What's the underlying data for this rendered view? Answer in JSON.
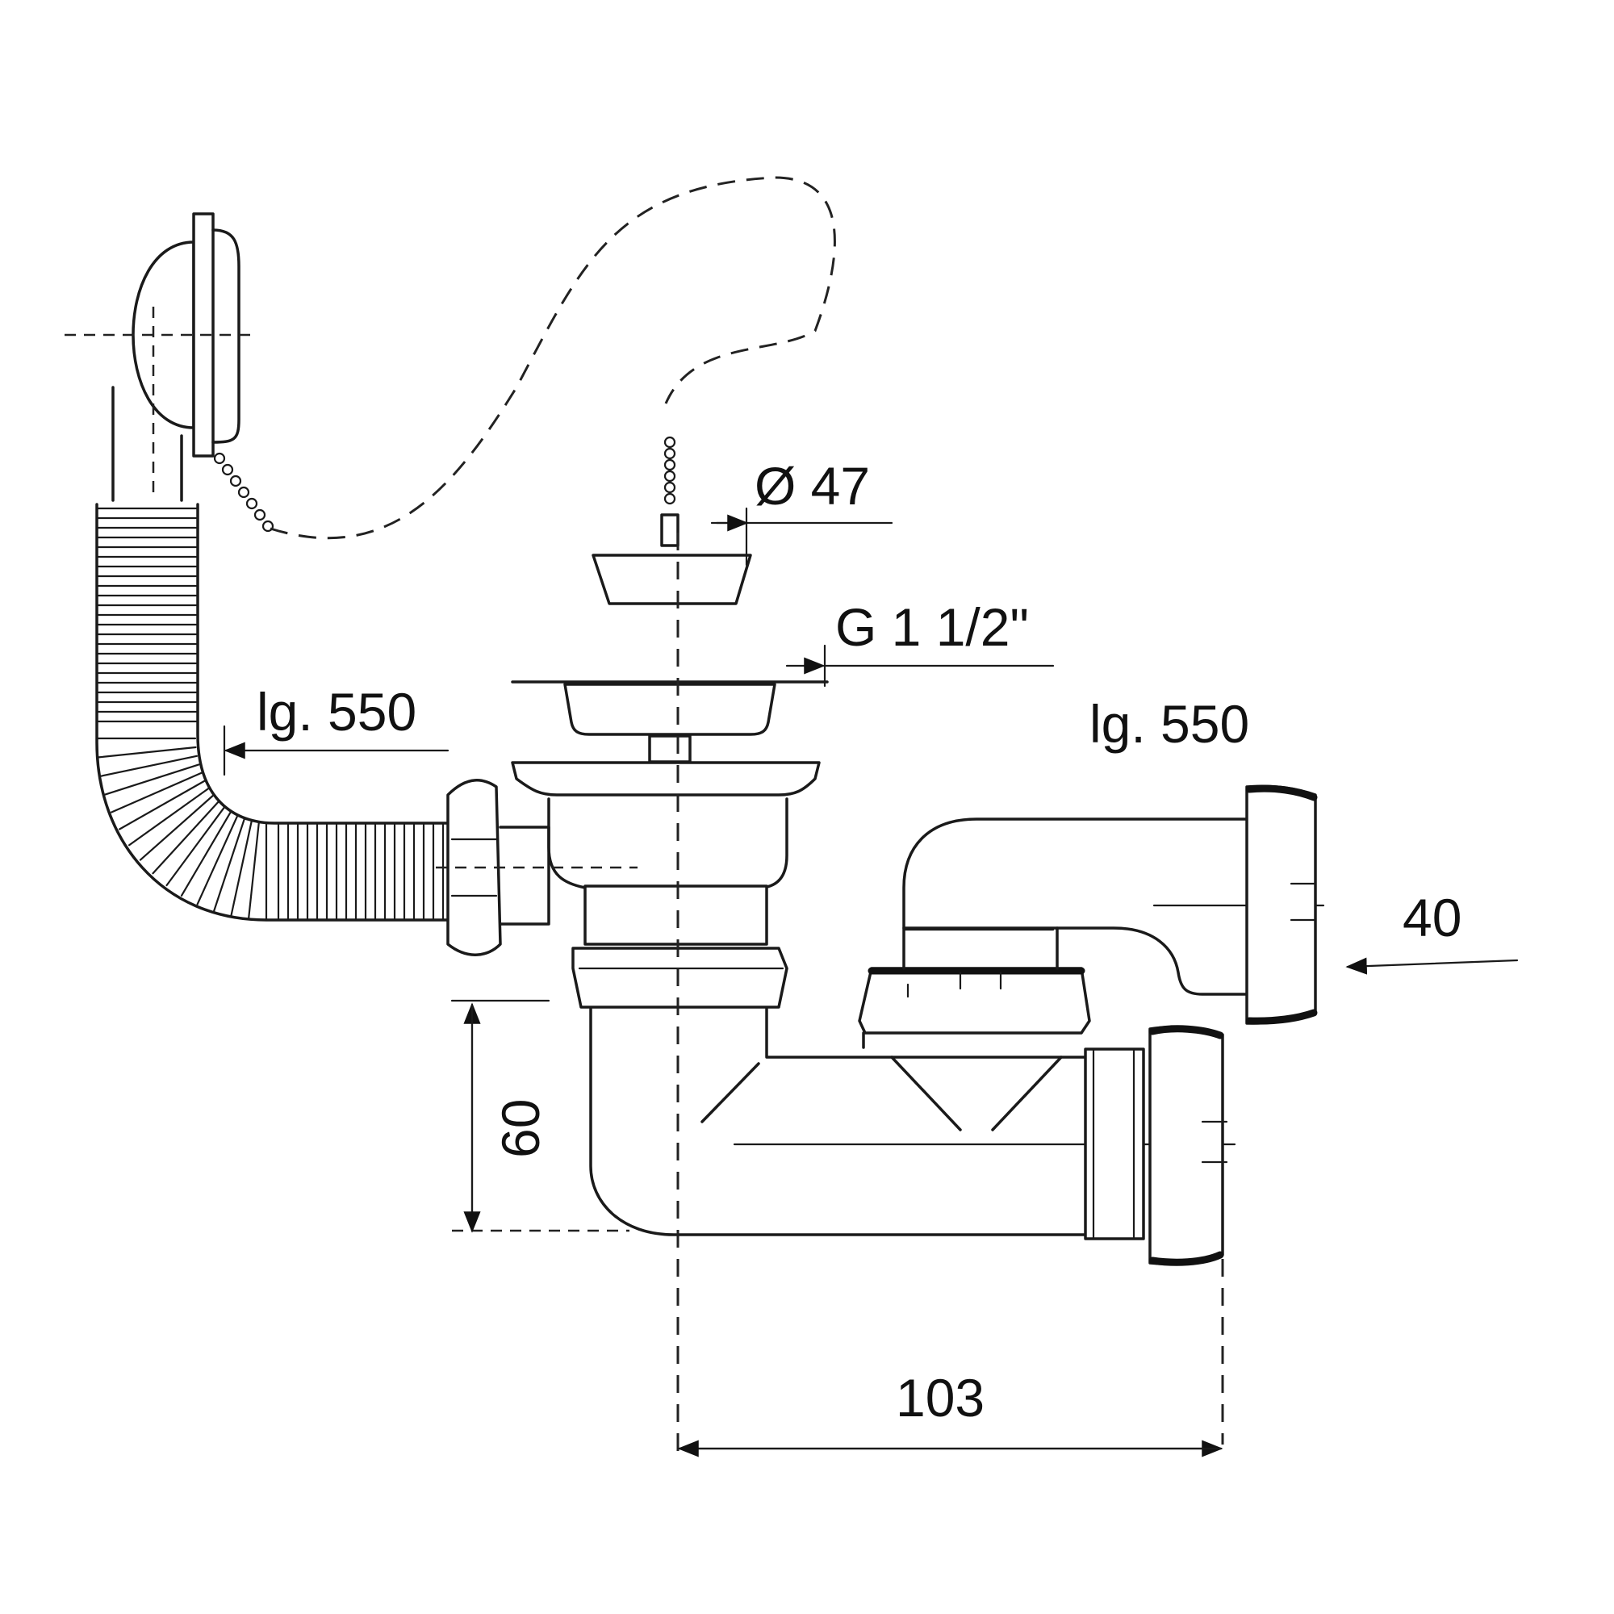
{
  "colors": {
    "line": "#1a1a1a",
    "background": "#ffffff"
  },
  "labels": {
    "diameter": "Ø 47",
    "thread": "G 1 1/2\"",
    "hose_length_left": "lg. 550",
    "hose_length_right": "lg. 550",
    "outlet_diameter": "40",
    "trap_depth": "60",
    "horizontal_offset": "103"
  }
}
